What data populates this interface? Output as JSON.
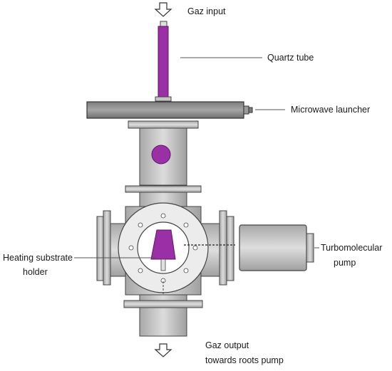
{
  "labels": {
    "gas_input": "Gaz input",
    "quartz_tube": "Quartz tube",
    "microwave_launcher": "Microwave launcher",
    "heating_holder_line1": "Heating substrate",
    "heating_holder_line2": "holder",
    "turbo_line1": "Turbomolecular",
    "turbo_line2": "pump",
    "gas_output_line1": "Gaz output",
    "gas_output_line2": "towards roots pump"
  },
  "colors": {
    "metal_light": "#d8d8d8",
    "metal_mid": "#bdbdbd",
    "metal_dark": "#9a9a9a",
    "plate_dark": "#8a8a8a",
    "flange_face": "#ececec",
    "plasma": "#9b2fa5",
    "outline": "#3a3a3a"
  }
}
